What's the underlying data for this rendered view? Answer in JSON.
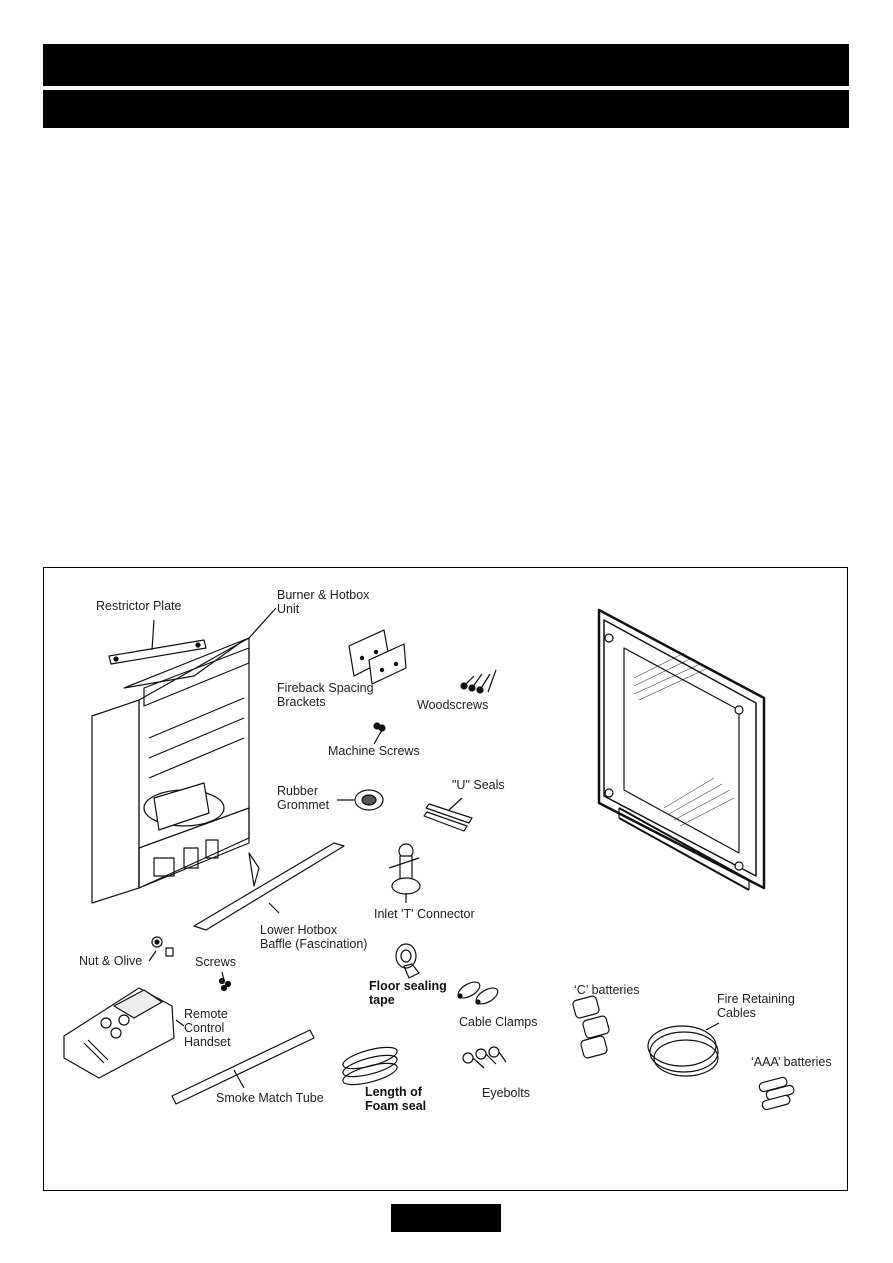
{
  "header": {
    "bar_color": "#000000"
  },
  "labels": {
    "restrictor_plate": "Restrictor Plate",
    "burner_hotbox": "Burner & Hotbox\nUnit",
    "fireback_brackets": "Fireback Spacing\nBrackets",
    "woodscrews": "Woodscrews",
    "machine_screws": "Machine Screws",
    "rubber_grommet": "Rubber\nGrommet",
    "u_seals": "\"U\" Seals",
    "inlet_connector": "Inlet 'T' Connector",
    "lower_baffle": "Lower Hotbox\nBaffle (Fascination)",
    "nut_olive": "Nut & Olive",
    "screws": "Screws",
    "remote_handset": "Remote\nControl\nHandset",
    "floor_tape": "Floor sealing\ntape",
    "cable_clamps": "Cable Clamps",
    "c_batteries": "‘C’ batteries",
    "fire_cables": "Fire Retaining\nCables",
    "aaa_batteries": "‘AAA’ batteries",
    "smoke_tube": "Smoke Match Tube",
    "foam_seal": "Length of\nFoam seal",
    "eyebolts": "Eyebolts"
  }
}
